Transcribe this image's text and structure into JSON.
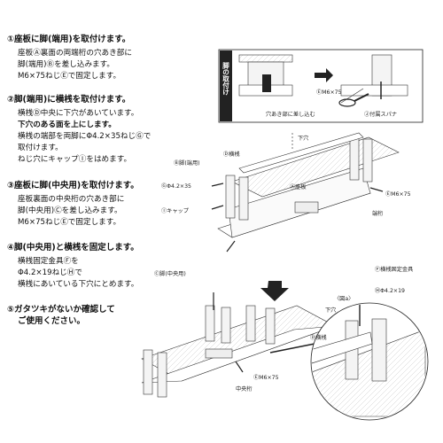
{
  "steps": [
    {
      "title": "①座板に脚(端用)を取付けます。",
      "lines": [
        "座板Ⓐ裏面の両端桁の穴あき部に",
        "脚(端用)Ⓑを差し込みます。",
        "M6×75ねじⒺで固定します。"
      ]
    },
    {
      "title": "②脚(端用)に横桟を取付けます。",
      "lines": [
        "横桟Ⓓ中央に下穴があいています。",
        "下穴のある面を上にします。",
        "横桟の端部を両脚にΦ4.2×35ねじⒼで",
        "取付けます。",
        "ねじ穴にキャップⒾをはめます。"
      ]
    },
    {
      "title": "③座板に脚(中央用)を取付けます。",
      "lines": [
        "座板裏面の中央桁の穴あき部に",
        "脚(中央用)Ⓒを差し込みます。",
        "M6×75ねじⒺで固定します。"
      ]
    },
    {
      "title": "④脚(中央用)と横桟を固定します。",
      "lines": [
        "横桟固定金具Ⓕを",
        "Φ4.2×19ねじⒽで",
        "横桟にあいている下穴にとめます。"
      ]
    },
    {
      "title": "⑤ガタツキがないか確認して",
      "lines": [
        "ご使用ください。"
      ]
    }
  ],
  "inset": {
    "side_label": "脚の取付け",
    "screw": "ⒺM6×75",
    "hole_note": "穴あき部に差し込む",
    "wrench": "Ⓙ付属スパナ"
  },
  "labels": {
    "leg_end": "Ⓑ脚(端用)",
    "crossbar": "Ⓓ横桟",
    "pilot_hole": "下穴",
    "screw_g": "ⒼΦ4.2×35",
    "cap": "Ⓘキャップ",
    "seat": "Ⓐ座板",
    "screw_e": "ⒺM6×75",
    "end_beam": "端桁",
    "leg_center": "Ⓒ脚(中央用)",
    "bracket": "Ⓕ横桟固定金具",
    "figure_a": "〈図a〉",
    "screw_h": "ⒽΦ4.2×19",
    "pilot_hole_2": "下穴",
    "crossbar_2": "Ⓓ横桟",
    "screw_e_2": "ⒺM6×75",
    "center_beam": "中央桁"
  }
}
